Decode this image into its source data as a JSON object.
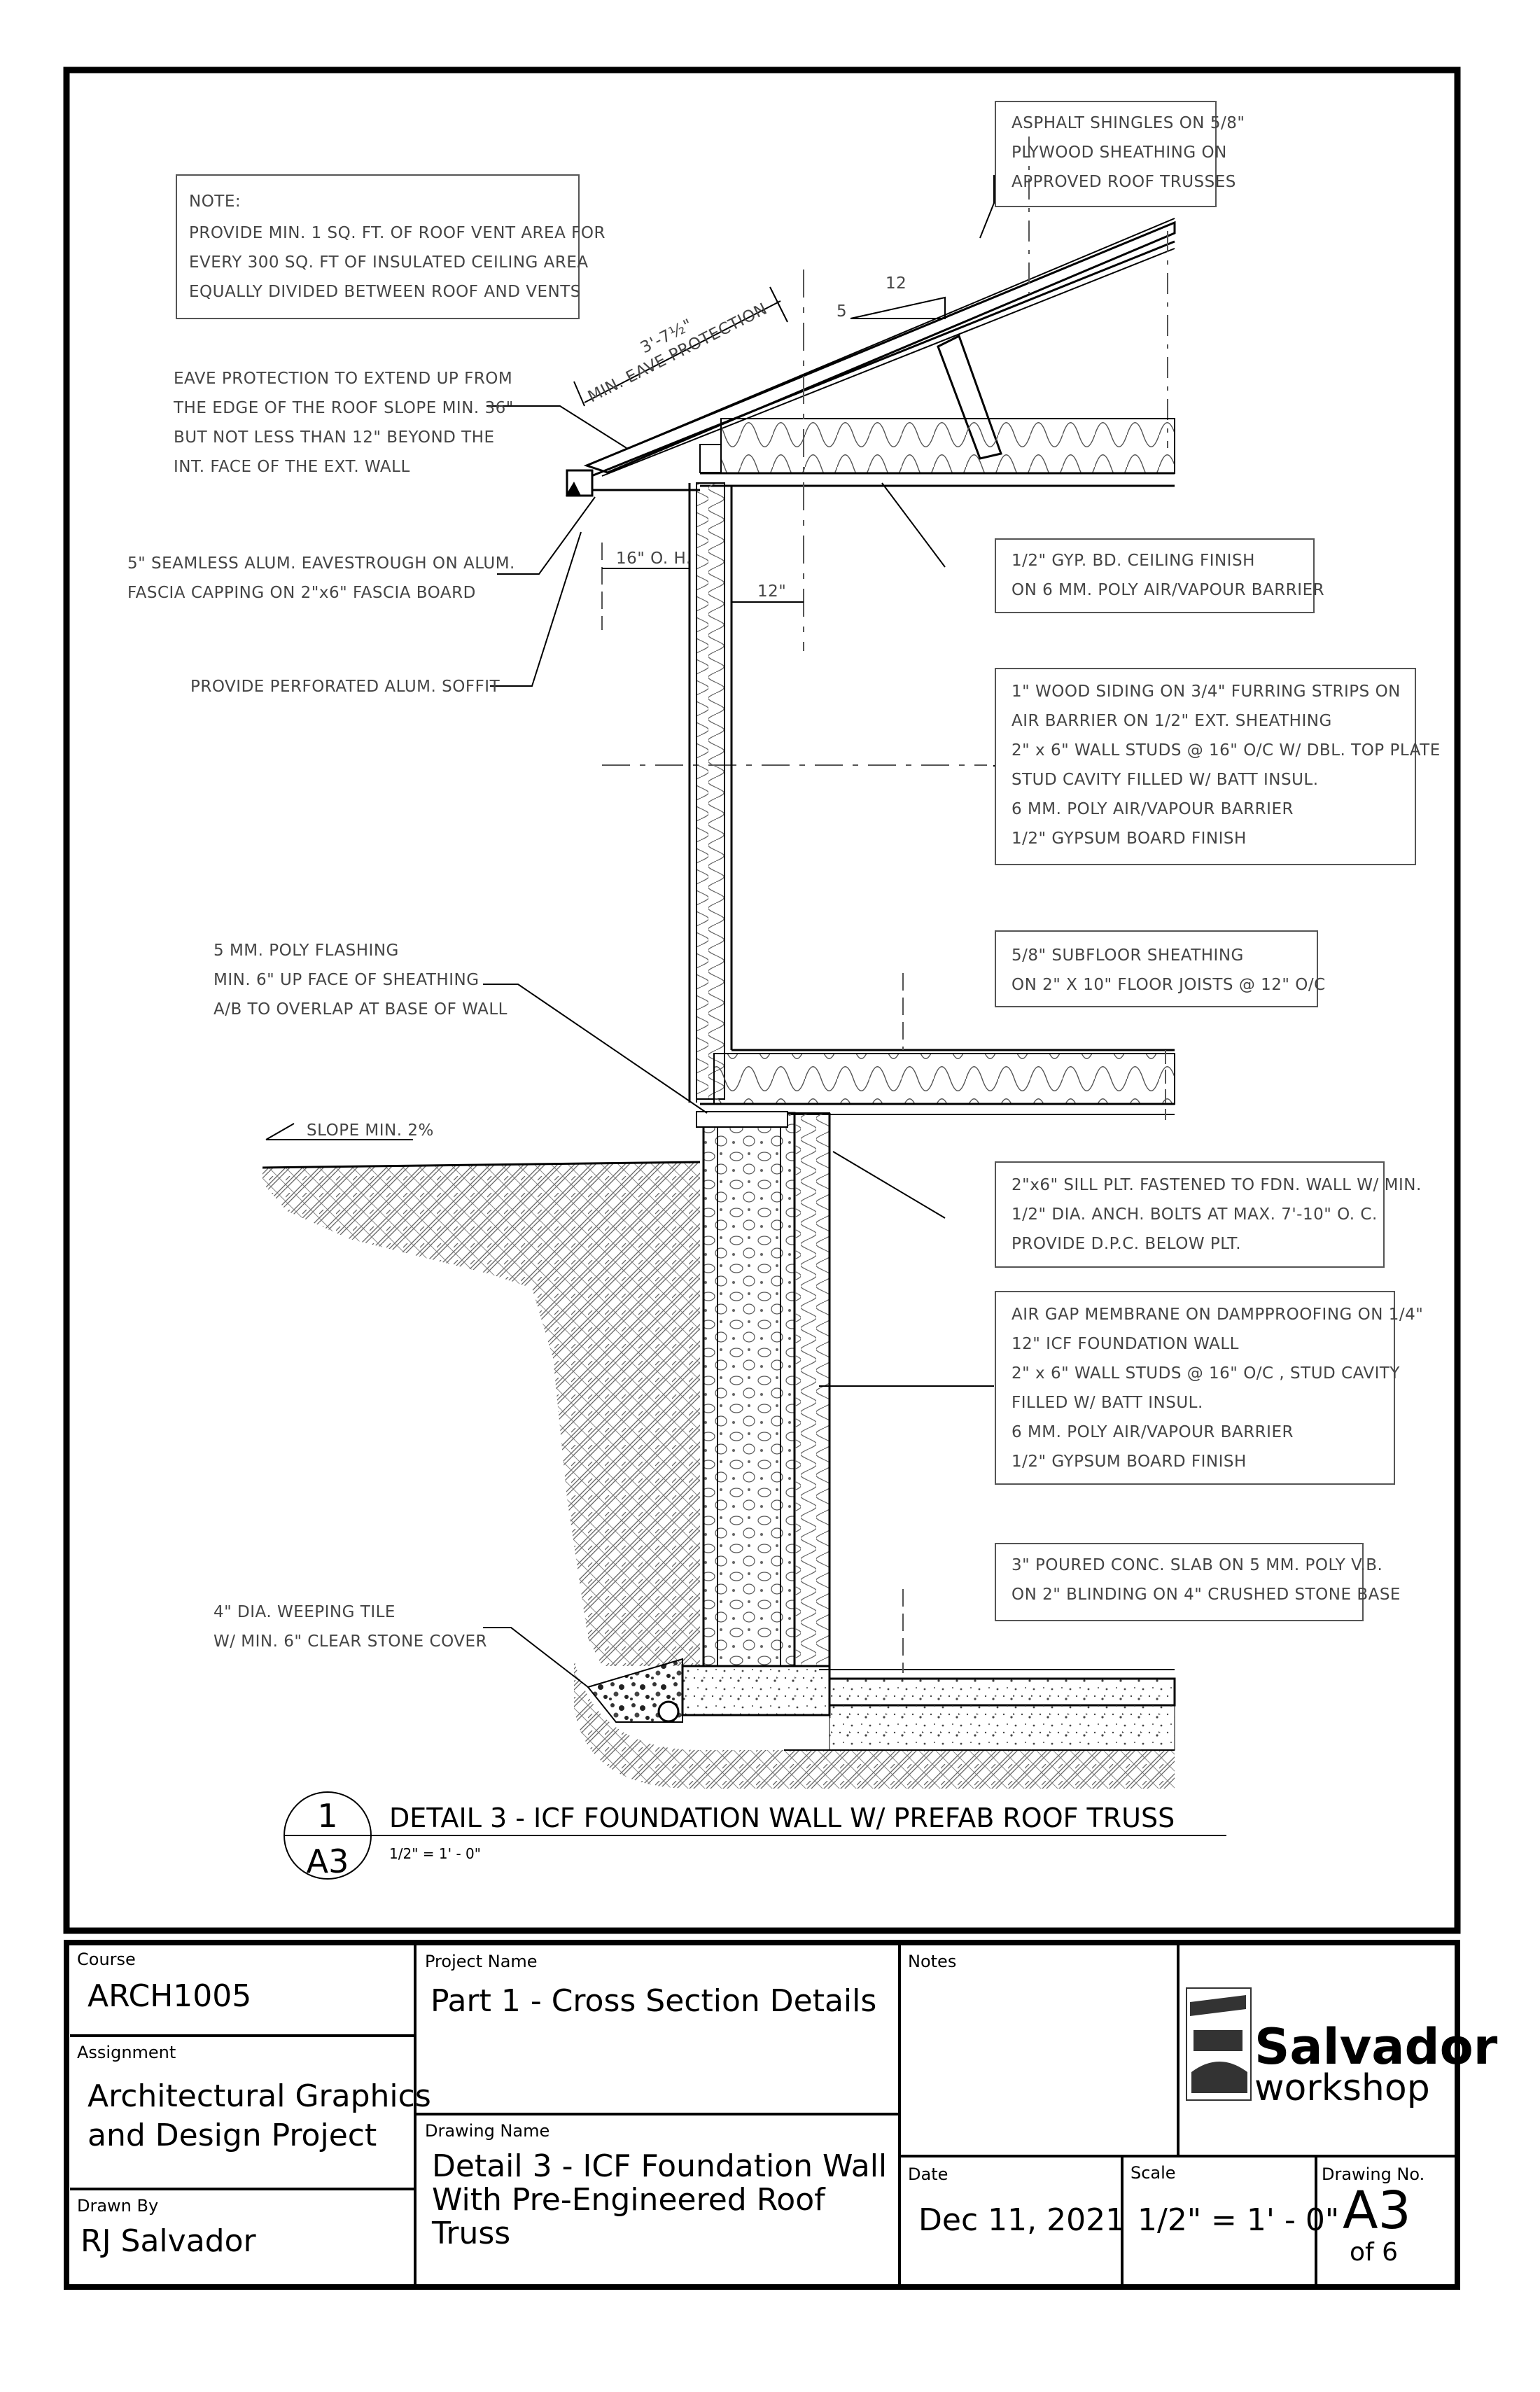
{
  "notes": {
    "note_title": "NOTE:",
    "note_lines": [
      "PROVIDE MIN. 1 SQ. FT. OF ROOF VENT AREA FOR",
      "EVERY 300 SQ. FT OF INSULATED CEILING AREA",
      "EQUALLY DIVIDED BETWEEN ROOF AND VENTS"
    ],
    "roof": [
      "ASPHALT SHINGLES ON 5/8\"",
      "PLYWOOD SHEATHING ON",
      "APPROVED ROOF TRUSSES"
    ],
    "eave_protection": [
      "EAVE PROTECTION TO EXTEND UP FROM",
      "THE EDGE OF THE ROOF SLOPE MIN. 36\"",
      "BUT NOT LESS THAN 12\" BEYOND THE",
      "INT. FACE OF THE EXT. WALL"
    ],
    "eavestrough": [
      "5\" SEAMLESS ALUM. EAVESTROUGH ON ALUM.",
      "FASCIA CAPPING ON 2\"x6\" FASCIA BOARD"
    ],
    "soffit": [
      "PROVIDE PERFORATED ALUM. SOFFIT"
    ],
    "ceiling": [
      "1/2\" GYP. BD. CEILING FINISH",
      "ON 6 MM. POLY AIR/VAPOUR BARRIER"
    ],
    "wall": [
      "1\" WOOD SIDING ON 3/4\" FURRING STRIPS ON",
      "AIR BARRIER ON 1/2\" EXT. SHEATHING",
      "2\" x 6\" WALL STUDS @ 16\"  O/C W/ DBL. TOP PLATE",
      "STUD CAVITY FILLED W/ BATT INSUL.",
      "6 MM. POLY AIR/VAPOUR BARRIER",
      "1/2\" GYPSUM BOARD FINISH"
    ],
    "subfloor": [
      "5/8\" SUBFLOOR SHEATHING",
      "ON 2\" X 10\" FLOOR JOISTS @ 12\" O/C"
    ],
    "flashing": [
      "5 MM. POLY FLASHING",
      "MIN. 6\" UP FACE OF SHEATHING",
      "A/B TO OVERLAP AT BASE OF WALL"
    ],
    "slope": "SLOPE MIN. 2%",
    "sill": [
      "2\"x6\" SILL PLT. FASTENED TO FDN. WALL W/ MIN.",
      "1/2\" DIA. ANCH. BOLTS AT MAX. 7'-10\" O. C.",
      "PROVIDE D.P.C. BELOW PLT."
    ],
    "foundation": [
      "AIR GAP MEMBRANE ON DAMPPROOFING ON 1/4\"",
      "12\" ICF FOUNDATION WALL",
      "2\" x 6\" WALL STUDS @ 16\" O/C , STUD CAVITY",
      "FILLED W/ BATT INSUL.",
      "6 MM. POLY AIR/VAPOUR BARRIER",
      "1/2\" GYPSUM BOARD FINISH"
    ],
    "slab": [
      "3\" POURED CONC. SLAB ON 5 MM. POLY V.B.",
      "ON 2\" BLINDING ON 4\" CRUSHED STONE BASE"
    ],
    "weeping": [
      "4\" DIA. WEEPING TILE",
      "W/ MIN. 6\" CLEAR STONE COVER"
    ]
  },
  "dimensions": {
    "eave_dim": "3'-7½\"",
    "eave_dim_label": "MIN. EAVE PROTECTION",
    "overhang": "16\" O. H.",
    "twelve": "12\"",
    "slope_run": "12",
    "slope_rise": "5"
  },
  "detail_title": {
    "number": "1",
    "sheet": "A3",
    "title": "DETAIL 3 - ICF FOUNDATION WALL W/ PREFAB ROOF TRUSS",
    "scale": "1/2\" = 1' - 0\""
  },
  "title_block": {
    "course_label": "Course",
    "course_value": "ARCH1005",
    "assignment_label": "Assignment",
    "assignment_value_lines": [
      "Architectural Graphics",
      "and Design Project"
    ],
    "drawn_by_label": "Drawn By",
    "drawn_by_value": "RJ Salvador",
    "project_label": "Project Name",
    "project_value": "Part 1 - Cross Section Details",
    "drawing_name_label": "Drawing Name",
    "drawing_name_lines": [
      "Detail 3 - ICF Foundation Wall",
      "With Pre-Engineered Roof",
      "Truss"
    ],
    "notes_label": "Notes",
    "date_label": "Date",
    "date_value": "Dec 11, 2021",
    "scale_label": "Scale",
    "scale_value": "1/2\" = 1' - 0\"",
    "drawing_no_label": "Drawing No.",
    "drawing_no_value": "A3",
    "drawing_of": "of 6",
    "logo_line1": "Salvador",
    "logo_line2": "workshop"
  }
}
